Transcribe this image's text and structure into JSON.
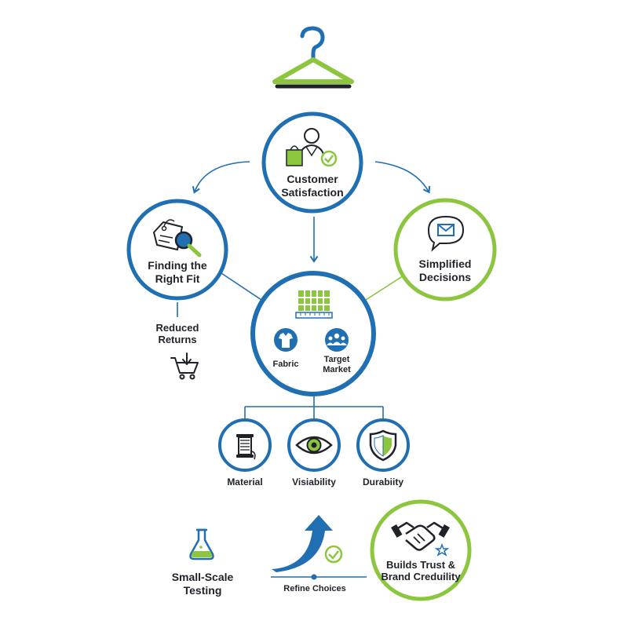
{
  "colors": {
    "blue": "#1f6fb2",
    "green": "#8cc63f",
    "dark": "#1f2329"
  },
  "top_icon": "hanger-question-icon",
  "nodes": {
    "customer_satisfaction": {
      "line1": "Customer",
      "line2": "Satisfaction",
      "icon": "customer-shopping-icon"
    },
    "finding_fit": {
      "line1": "Finding the",
      "line2": "Right Fit",
      "icon": "tag-magnifier-icon"
    },
    "simplified_decisions": {
      "line1": "Simplified",
      "line2": "Decisions",
      "icon": "message-bubble-icon"
    },
    "center": {
      "icon": "fabric-swatch-icon",
      "fabric": "Fabric",
      "target_line1": "Target",
      "target_line2": "Market"
    },
    "reduced_returns": {
      "line1": "Reduced",
      "line2": "Returns",
      "icon": "cart-return-icon"
    }
  },
  "attributes": [
    {
      "label": "Material",
      "icon": "thread-spool-icon"
    },
    {
      "label": "Visiability",
      "icon": "eye-icon"
    },
    {
      "label": "Durabiity",
      "icon": "shield-icon"
    }
  ],
  "bottom": {
    "testing_line1": "Small-Scale",
    "testing_line2": "Testing",
    "refine": "Refine Choices",
    "trust_line1": "Builds Trust &",
    "trust_line2": "Brand Creduility"
  }
}
